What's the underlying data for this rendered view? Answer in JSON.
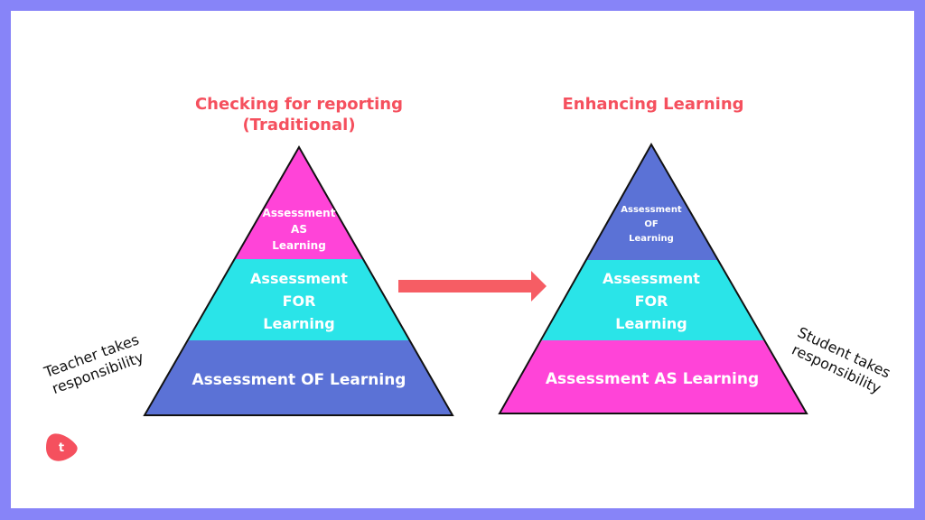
{
  "left": {
    "title_line1": "Checking for reporting",
    "title_line2": "(Traditional)",
    "top": [
      "Assessment",
      "AS",
      "Learning"
    ],
    "middle": [
      "Assessment",
      "FOR",
      "Learning"
    ],
    "bottom": "Assessment OF Learning",
    "side_line1": "Teacher takes",
    "side_line2": "responsibility"
  },
  "right": {
    "title": "Enhancing Learning",
    "top": [
      "Assessment",
      "OF",
      "Learning"
    ],
    "middle": [
      "Assessment",
      "FOR",
      "Learning"
    ],
    "bottom": "Assessment AS Learning",
    "side_line1": "Student takes",
    "side_line2": "responsibility"
  },
  "logo": "t",
  "colors": {
    "border": "#8784f8",
    "magenta": "#ff44d8",
    "cyan": "#2ae4e8",
    "blue": "#5b72d6",
    "accent": "#f5505e"
  }
}
